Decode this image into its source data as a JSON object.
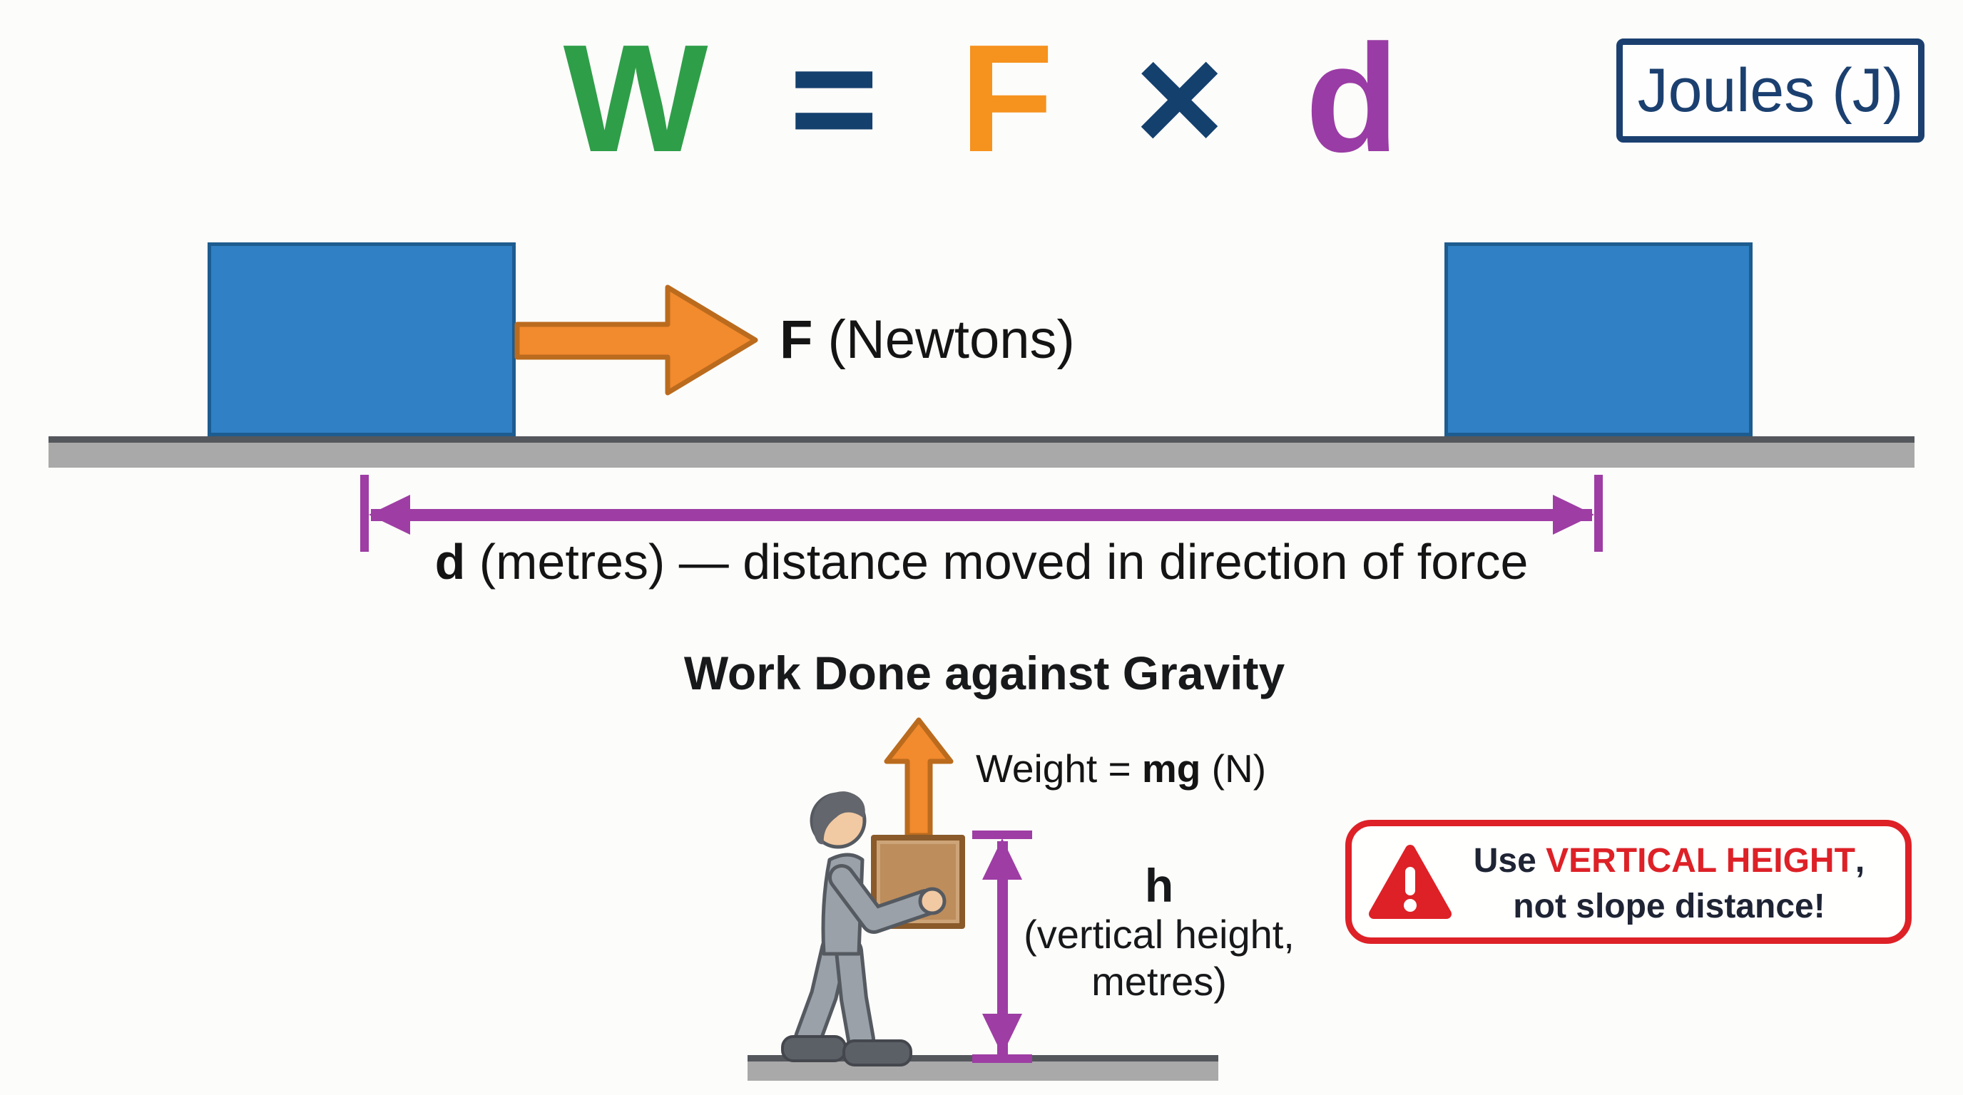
{
  "formula": {
    "work": "W",
    "equals": "=",
    "force": "F",
    "times": "×",
    "distance": "d"
  },
  "unit_box": {
    "label": "Joules (J)"
  },
  "force_label": {
    "symbol": "F",
    "unit": " (Newtons)"
  },
  "distance_label": {
    "symbol": "d",
    "text": " (metres) — distance moved in direction of force"
  },
  "gravity": {
    "title": "Work Done against Gravity",
    "weight_label": {
      "pre": "Weight = ",
      "symbol": "mg",
      "post": " (N)"
    },
    "height_label": {
      "symbol": "h",
      "line2": "(vertical height,",
      "line3": "metres)"
    }
  },
  "warning": {
    "line1_pre": "Use ",
    "line1_highlight": "VERTICAL HEIGHT",
    "line1_post": ",",
    "line2": "not slope distance!"
  },
  "colors": {
    "work_green": "#2f9e49",
    "operator_navy": "#14406e",
    "force_orange": "#f6921e",
    "distance_purple": "#9a3ca5",
    "arrow_orange_fill": "#f28a2e",
    "arrow_orange_outline": "#bb6b1d",
    "measure_purple": "#9e3da4",
    "block_blue": "#2f80c4",
    "block_border": "#1d5c8f",
    "ground_gray": "#a9a9a9",
    "ground_edge": "#54575c",
    "box_brown": "#bd8d5c",
    "box_brown_border": "#8a5a2b",
    "warning_red": "#dd2127",
    "unit_navy": "#1b4070",
    "text_dark": "#1e2434"
  }
}
